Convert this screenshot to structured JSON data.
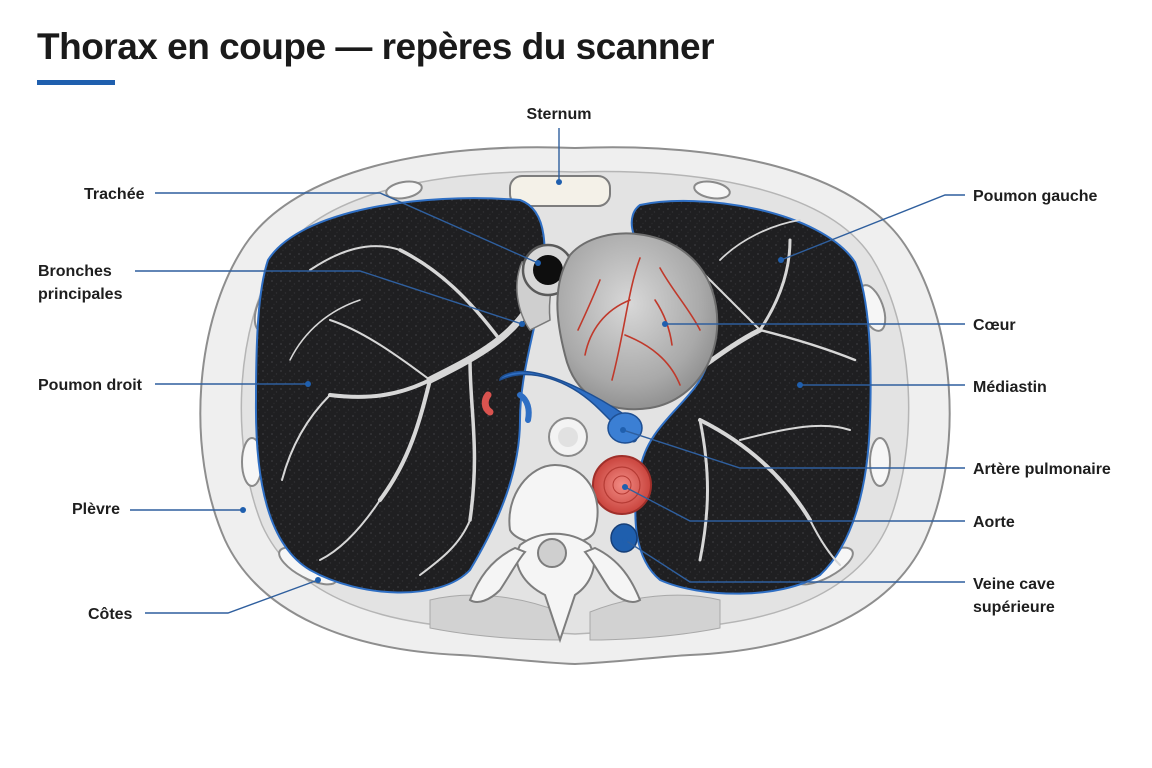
{
  "title": "Thorax en coupe — repères du scanner",
  "colors": {
    "accent": "#1f5fae",
    "leader": "#2f5f9e",
    "artery": "#d9534f",
    "vein": "#2f6fc4",
    "lung": "#1f1f21",
    "tissue": "#e9e9e9"
  },
  "labels": {
    "sternum": "Sternum",
    "trachee": "Trachée",
    "bronches_l1": "Bronches",
    "bronches_l2": "principales",
    "poumon_droit": "Poumon droit",
    "plevre": "Plèvre",
    "cotes": "Côtes",
    "poumon_gauche": "Poumon gauche",
    "coeur": "Cœur",
    "mediastin": "Médiastin",
    "artere_pulmonaire": "Artère pulmonaire",
    "aorte": "Aorte",
    "veine_cave_l1": "Veine cave",
    "veine_cave_l2": "supérieure"
  }
}
